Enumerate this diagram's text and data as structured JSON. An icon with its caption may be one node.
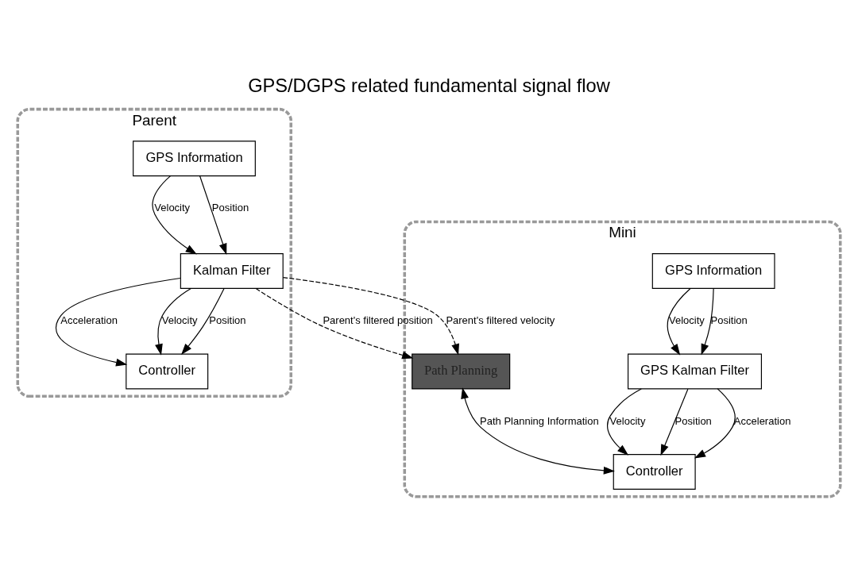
{
  "diagram": {
    "title": "GPS/DGPS related fundamental signal flow",
    "nodes": [
      {
        "text": [
          "Parent"
        ]
      },
      {
        "text": [
          "GPS Information"
        ],
        "in": 0
      },
      {
        "text": [
          "Kalman Filter"
        ],
        "in": 0
      },
      {
        "text": [
          "Controller"
        ],
        "in": 0
      },
      {
        "text": [
          "Mini"
        ]
      },
      {
        "text": [
          "Path Planning"
        ],
        "in": 4
      },
      {
        "text": [
          "GPS Information"
        ],
        "in": 4
      },
      {
        "text": [
          "GPS Kalman Filter"
        ],
        "in": 4
      },
      {
        "text": [
          "Controller"
        ],
        "in": 4
      }
    ],
    "edges": [
      {
        "from": 1,
        "to": 2,
        "arrow": "to",
        "label": "Velocity"
      },
      {
        "from": 1,
        "to": 2,
        "arrow": "to",
        "label": "Position"
      },
      {
        "from": 2,
        "to": 3,
        "arrow": "to",
        "label": "Acceleration"
      },
      {
        "from": 2,
        "to": 3,
        "arrow": "to",
        "label": "Velocity"
      },
      {
        "from": 2,
        "to": 3,
        "arrow": "to",
        "label": "Position"
      },
      {
        "from": 2,
        "to": 5,
        "arrow": "to",
        "label": "Parent's filtered position",
        "style": "dashed"
      },
      {
        "from": 2,
        "to": 5,
        "arrow": "to",
        "label": "Parent's filtered velocity",
        "style": "dashed"
      },
      {
        "from": 6,
        "to": 7,
        "arrow": "to",
        "label": "Velocity"
      },
      {
        "from": 6,
        "to": 7,
        "arrow": "to",
        "label": "Position"
      },
      {
        "from": 7,
        "to": 8,
        "arrow": "to",
        "label": "Acceleration"
      },
      {
        "from": 7,
        "to": 8,
        "arrow": "to",
        "label": "Velocity"
      },
      {
        "from": 7,
        "to": 8,
        "arrow": "to",
        "label": "Position"
      },
      {
        "from": 5,
        "to": 8,
        "arrow": "both",
        "label": "Path Planning Information"
      }
    ]
  }
}
